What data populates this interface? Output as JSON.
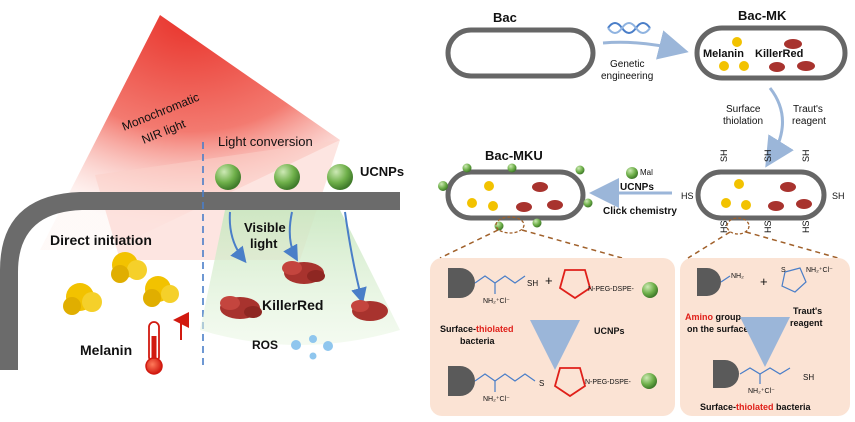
{
  "left_panel": {
    "light_source_label_line1": "Monochromatic",
    "light_source_label_line2": "NIR light",
    "light_conversion": "Light conversion",
    "ucnps": "UCNPs",
    "visible_light_line1": "Visible",
    "visible_light_line2": "light",
    "direct_initiation": "Direct initiation",
    "killerred": "KillerRed",
    "ros": "ROS",
    "melanin": "Melanin"
  },
  "right_panel": {
    "bac": "Bac",
    "genetic_engineering_line1": "Genetic",
    "genetic_engineering_line2": "engineering",
    "bac_mk": "Bac-MK",
    "melanin": "Melanin",
    "killerred": "KillerRed",
    "surface_thiolation_line1": "Surface",
    "surface_thiolation_line2": "thiolation",
    "trauts_reagent_line1": "Traut's",
    "trauts_reagent_line2": "reagent",
    "bac_mku": "Bac-MKU",
    "mal": "Mal",
    "ucnps": "UCNPs",
    "click_chemistry": "Click chemistry",
    "sh": "SH",
    "hs": "HS"
  },
  "reaction_box_left": {
    "amine_charge": "NH₂⁺Cl⁻",
    "sh": "SH",
    "plus": "+",
    "peg_label": "N-PEG-DSPE-",
    "surface_word": "Surface-",
    "thiolated_word": "thiolated",
    "bacteria_word": "bacteria",
    "ucnps": "UCNPs",
    "product_s": "S",
    "product_peg": "N-PEG-DSPE-",
    "product_amine": "NH₂⁺Cl⁻"
  },
  "reaction_box_right": {
    "nh2": "NH₂",
    "plus": "+",
    "trauts_salt": "NH₂⁺Cl⁻",
    "ring_s": "S",
    "amino_word": "Amino",
    "group_word": " group",
    "on_surface": "on the surface",
    "trauts_line1": "Traut's",
    "trauts_line2": "reagent",
    "product_sh": "SH",
    "product_amine": "NH₂⁺Cl⁻",
    "surface_word": "Surface-",
    "thiolated_word": "thiolated",
    "bacteria_word": " bacteria"
  },
  "colors": {
    "membrane": "#666666",
    "melanin": "#f2c200",
    "killerred": "#a8332e",
    "ucnp": "#6fb04a",
    "arrow_blue": "#4a7ec8",
    "box_fill": "#fbe3d4",
    "dashed_brown": "#a0602a",
    "highlight_red": "#e0201a"
  }
}
